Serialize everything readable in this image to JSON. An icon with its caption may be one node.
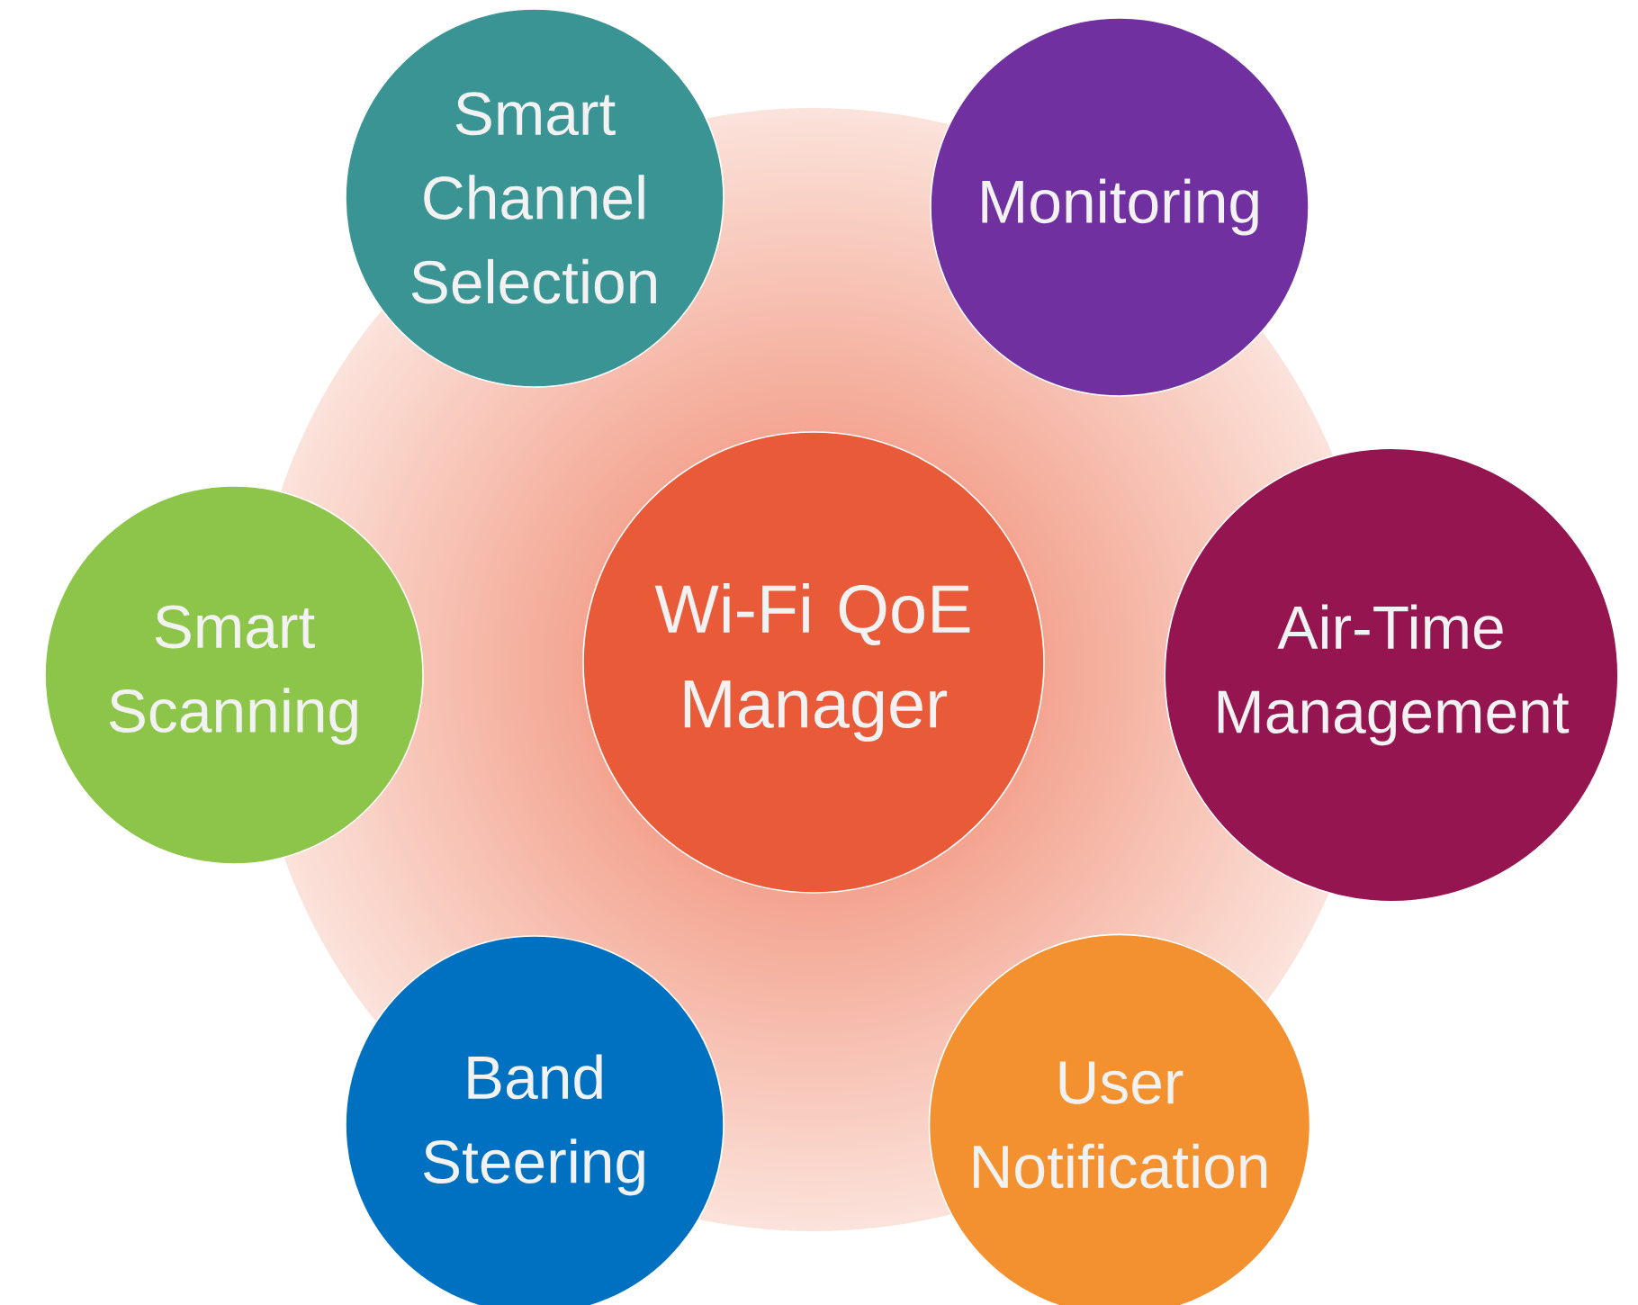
{
  "diagram": {
    "nodes": [
      {
        "text": [
          "Smart Channel Selection"
        ]
      },
      {
        "text": [
          "Monitoring"
        ]
      },
      {
        "text": [
          "Smart Scanning"
        ]
      },
      {
        "text": [
          "Wi-Fi QoE Manager"
        ]
      },
      {
        "text": [
          "Air-Time Management"
        ]
      },
      {
        "text": [
          "Band Steering"
        ]
      },
      {
        "text": [
          "User Notification"
        ]
      }
    ]
  }
}
